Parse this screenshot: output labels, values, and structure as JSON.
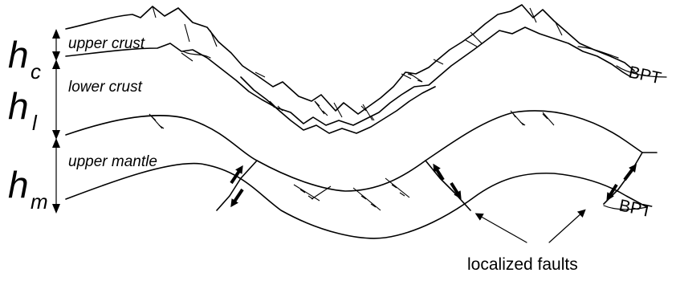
{
  "labels": {
    "upper_crust": "upper crust",
    "lower_crust": "lower crust",
    "upper_mantle": "upper mantle",
    "bpt_top": "BPT",
    "bpt_bottom": "BPT",
    "localized_faults": "localized faults"
  },
  "thickness": [
    {
      "symbol": "h",
      "subscript": "c"
    },
    {
      "symbol": "h",
      "subscript": "l"
    },
    {
      "symbol": "h",
      "subscript": "m"
    }
  ]
}
